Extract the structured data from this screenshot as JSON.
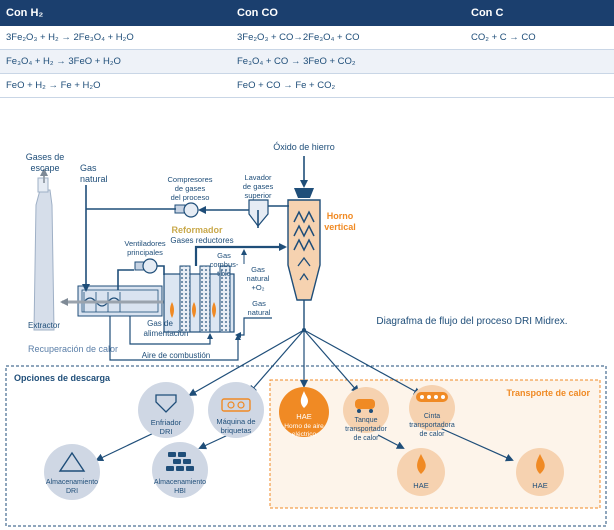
{
  "table": {
    "headers": [
      "Con H₂",
      "Con CO",
      "Con C"
    ],
    "rows": [
      [
        "3Fe₂O₃ + H₂ → 2Fe₃O₄ + H₂O",
        "3Fe₂O₃ + CO→2Fe₃O₄ + CO",
        "CO₂ + C → CO"
      ],
      [
        "Fe₃O₄ + H₂ → 3FeO + H₂O",
        "Fe₃O₄ + CO → 3FeO + CO₂",
        ""
      ],
      [
        "FeO + H₂ → Fe + H₂O",
        "FeO + CO → Fe + CO₂",
        ""
      ]
    ]
  },
  "diagram": {
    "title": "Diagrafma de flujo del proceso DRI Midrex.",
    "labels": {
      "gases_escape_1": "Gases de",
      "gases_escape_2": "escape",
      "gas_natural_1": "Gas",
      "gas_natural_2": "natural",
      "oxido": "Óxido de hierro",
      "compresores_1": "Compresores",
      "compresores_2": "de gases",
      "compresores_3": "del proceso",
      "lavador_1": "Lavador",
      "lavador_2": "de gases",
      "lavador_3": "superior",
      "horno_1": "Horno",
      "horno_2": "vertical",
      "reformador": "Reformador",
      "gases_reductores": "Gases reductores",
      "ventiladores_1": "Ventiladores",
      "ventiladores_2": "principales",
      "gas_comb_1": "Gas",
      "gas_comb_2": "combus-",
      "gas_comb_3": "tible",
      "gas_o2_1": "Gas",
      "gas_o2_2": "natural",
      "gas_o2_3": "+O₂",
      "gas_nat2_1": "Gas",
      "gas_nat2_2": "natural",
      "extractor": "Extractor",
      "gas_alim_1": "Gas de",
      "gas_alim_2": "alimentación",
      "aire": "Aire de combustión",
      "recuperacion": "Recuperación de calor"
    },
    "opciones": "Opciones de descarga",
    "transporte": "Transporte de calor",
    "nodes": {
      "enfriador_1": "Enfriador",
      "enfriador_2": "DRI",
      "maquina_1": "Máquina de",
      "maquina_2": "briquetas",
      "alm_dri_1": "Almacenamiento",
      "alm_dri_2": "DRI",
      "alm_hbi_1": "Almacenamiento",
      "alm_hbi_2": "HBI",
      "hae1_1": "HAE",
      "hae1_2": "Horno de aire",
      "hae1_3": "eléctrico",
      "tanque_1": "Tanque",
      "tanque_2": "transportador",
      "tanque_3": "de calor",
      "cinta_1": "Cinta",
      "cinta_2": "transportadora",
      "cinta_3": "de calor",
      "hae2": "HAE",
      "hae3": "HAE"
    }
  }
}
